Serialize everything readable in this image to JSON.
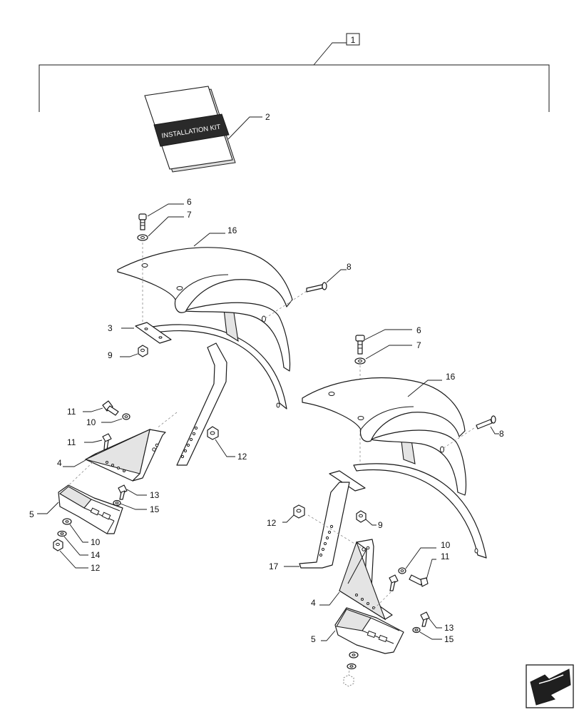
{
  "diagram": {
    "booklet_text": "INSTALLATION KIT",
    "callouts": {
      "kit": "1",
      "manual": "2",
      "plate": "3",
      "bracket_left": "4",
      "bracket_right": "4",
      "clamp_left": "5",
      "clamp_right": "5",
      "bolt_top_left": "6",
      "bolt_top_right": "6",
      "washer_top_left": "7",
      "washer_top_right": "7",
      "pin_left": "8",
      "pin_right": "8",
      "nut_left": "9",
      "nut_right": "9",
      "washer_10_left": "10",
      "washer_10_left_low": "10",
      "washer_10_right": "10",
      "bolt_11_left_top": "11",
      "bolt_11_left_mid": "11",
      "bolt_11_right": "11",
      "nut_12_left": "12",
      "nut_12_left_low": "12",
      "nut_12_right": "12",
      "bolt_13_left": "13",
      "bolt_13_right": "13",
      "washer_14_left": "14",
      "lockwasher_15_left": "15",
      "lockwasher_15_right": "15",
      "fender_left": "16",
      "fender_right": "16",
      "strut_right": "17"
    }
  }
}
